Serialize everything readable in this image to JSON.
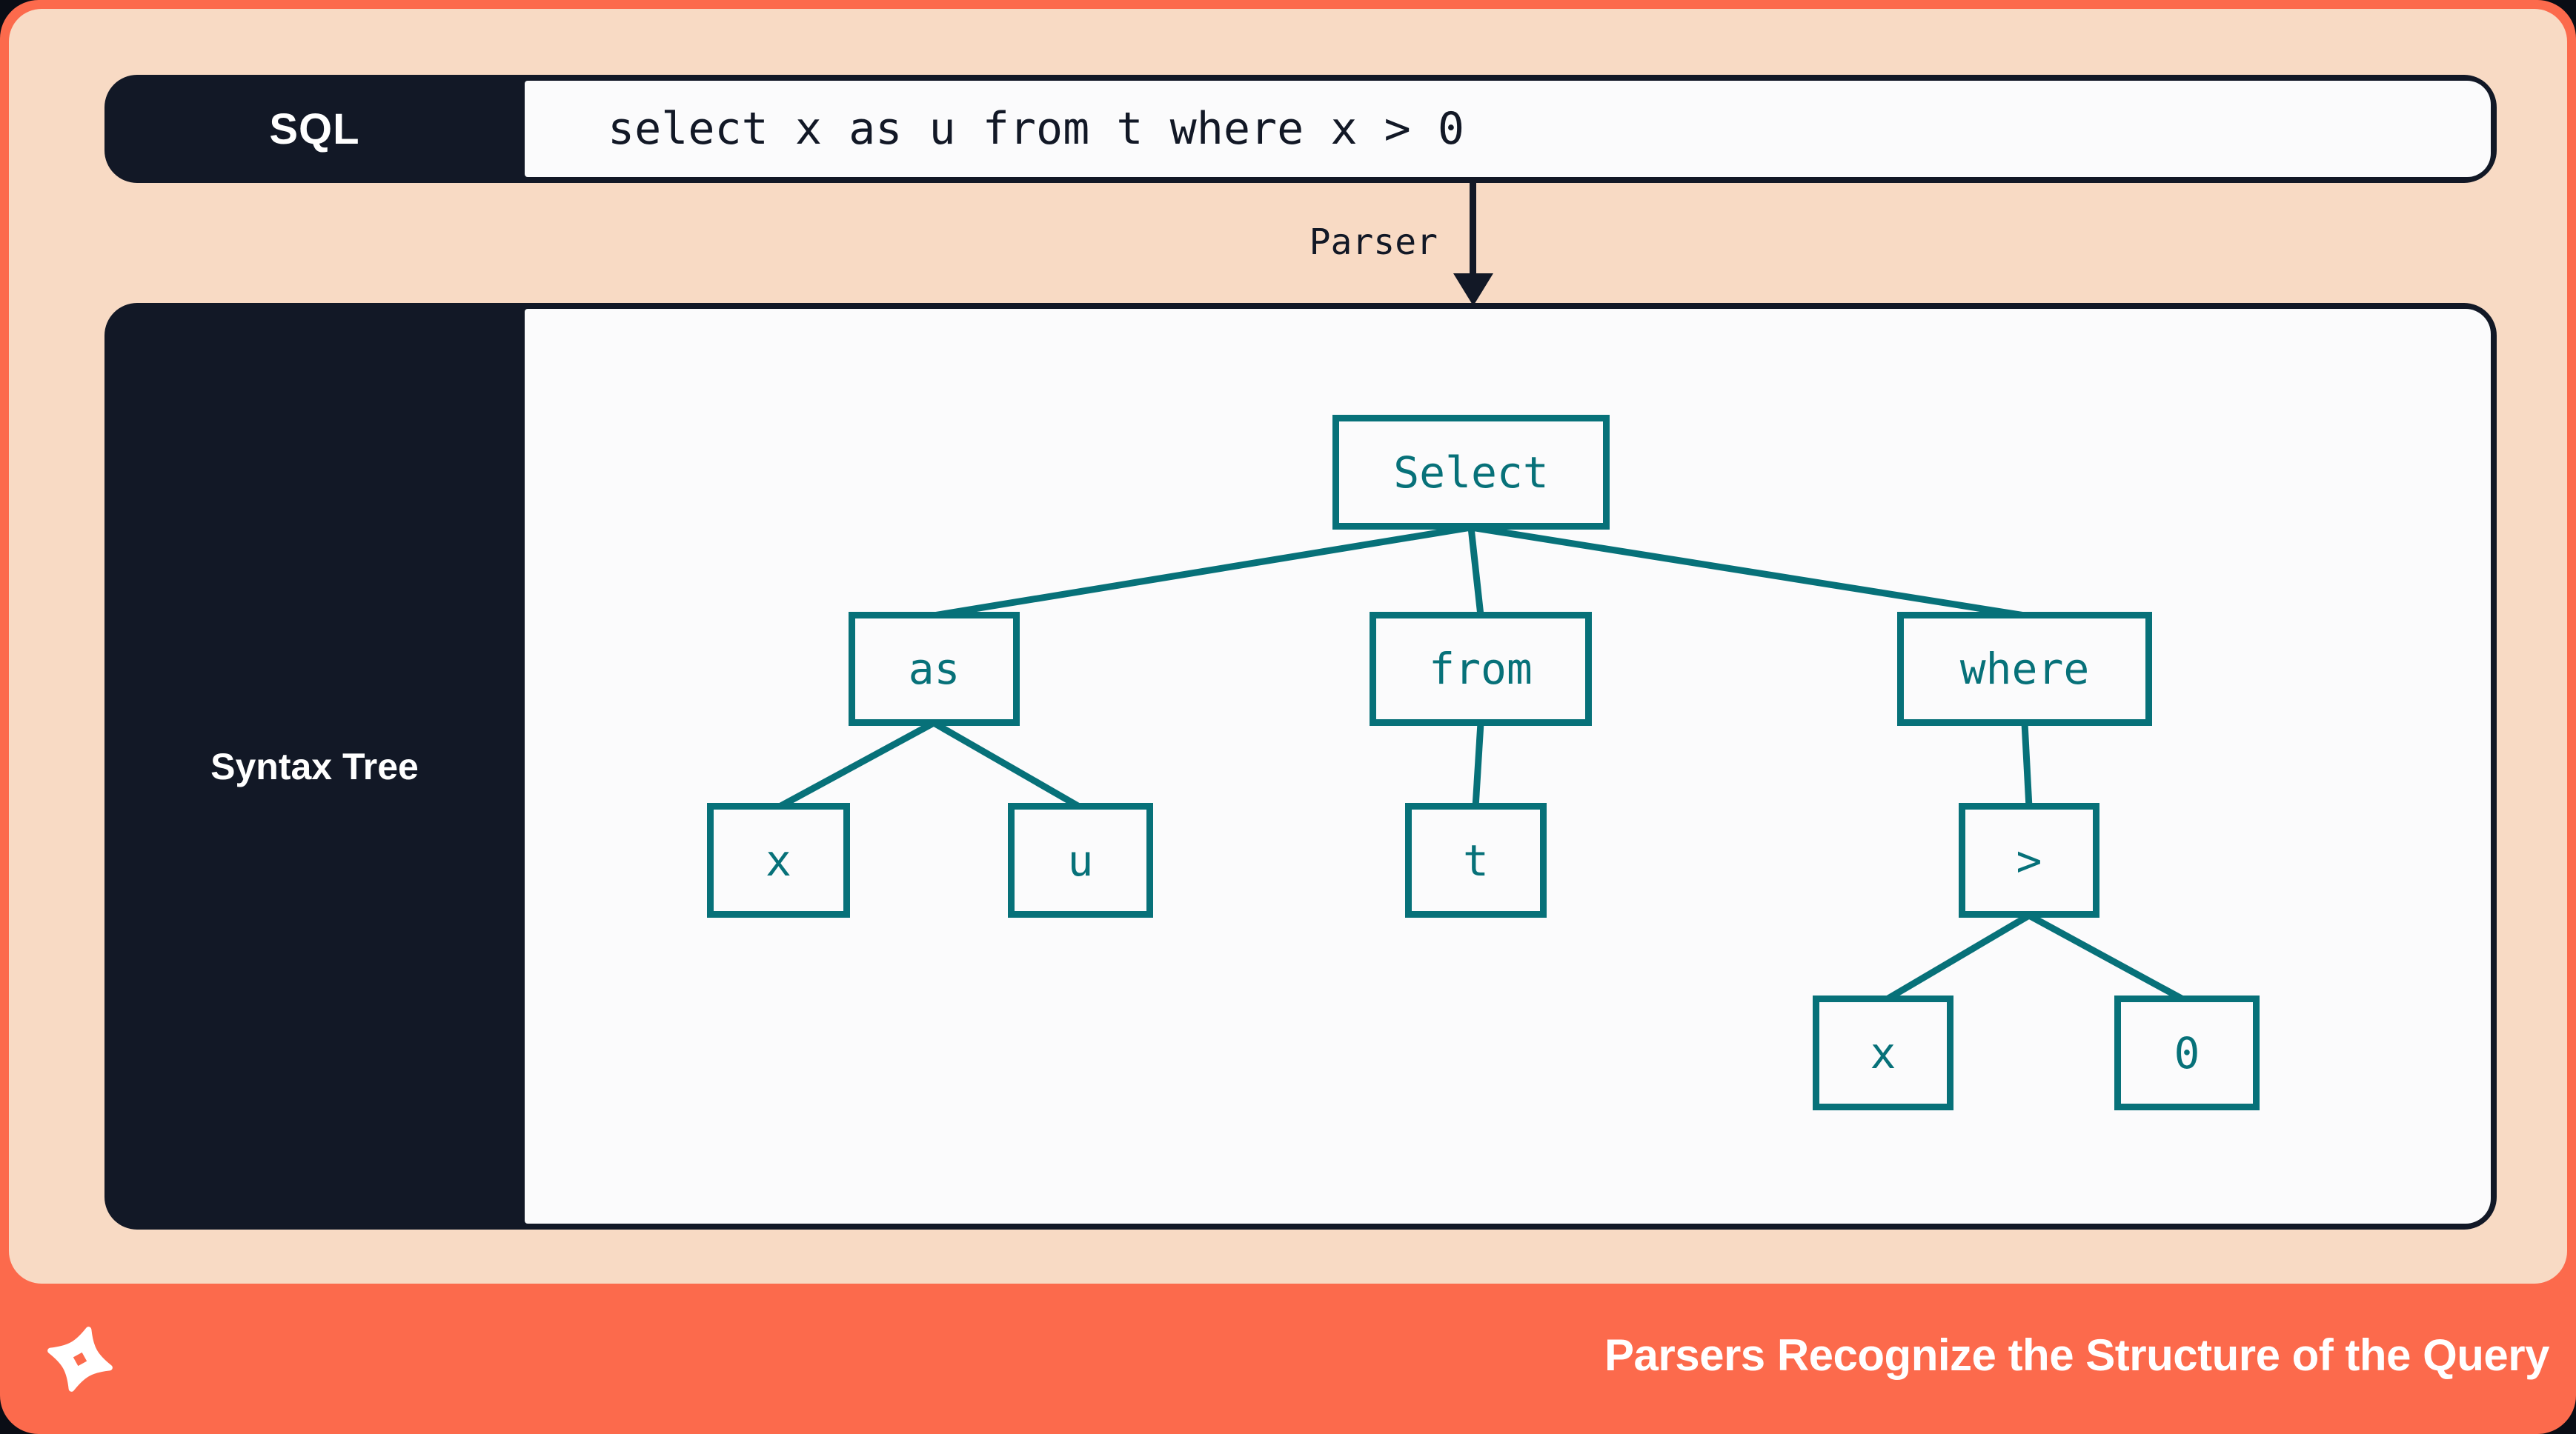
{
  "theme": {
    "page": "#0a0d15",
    "dark": "#121826",
    "peach": "#f8dac4",
    "orange": "#fc6a4c",
    "teal": "#077179",
    "paper": "#fbfbfc",
    "text_white": "#ffffff"
  },
  "sql_bar": {
    "label": "SQL",
    "query": "select x as u from t where x > 0"
  },
  "parser_arrow": {
    "label": "Parser"
  },
  "syntax_tree_panel": {
    "label": "Syntax Tree"
  },
  "tree": {
    "nodes": [
      {
        "id": "select",
        "label": "Select"
      },
      {
        "id": "as",
        "label": "as"
      },
      {
        "id": "from",
        "label": "from"
      },
      {
        "id": "where",
        "label": "where"
      },
      {
        "id": "x1",
        "label": "x"
      },
      {
        "id": "u",
        "label": "u"
      },
      {
        "id": "t",
        "label": "t"
      },
      {
        "id": "gt",
        "label": ">"
      },
      {
        "id": "x2",
        "label": "x"
      },
      {
        "id": "zero",
        "label": "0"
      }
    ],
    "edges": [
      [
        "select",
        "as"
      ],
      [
        "select",
        "from"
      ],
      [
        "select",
        "where"
      ],
      [
        "as",
        "x1"
      ],
      [
        "as",
        "u"
      ],
      [
        "from",
        "t"
      ],
      [
        "where",
        "gt"
      ],
      [
        "gt",
        "x2"
      ],
      [
        "gt",
        "zero"
      ]
    ]
  },
  "footer": {
    "logo_icon": "pinwheel-logo",
    "caption": "Parsers Recognize the Structure of the Query"
  }
}
